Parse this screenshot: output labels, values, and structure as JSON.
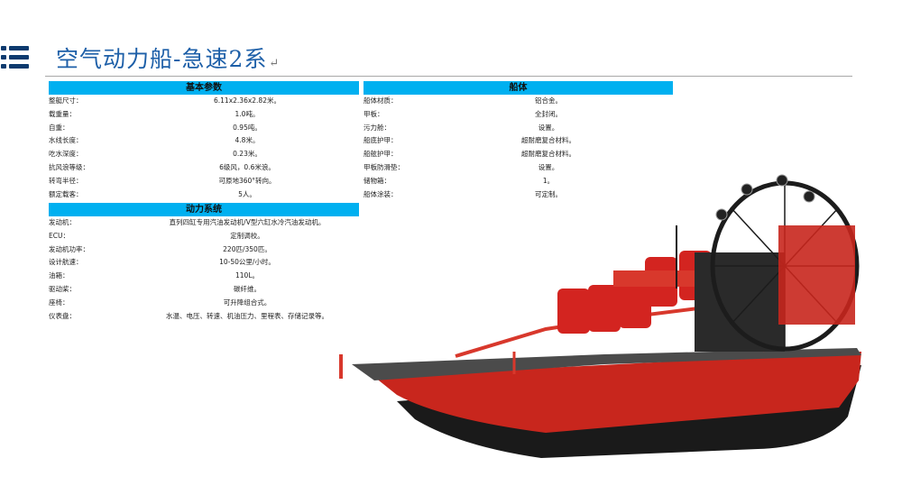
{
  "page": {
    "title": "空气动力船-急速2系",
    "title_mark": "↵"
  },
  "sections": {
    "basic": {
      "header": "基本参数",
      "rows": [
        {
          "k": "整艇尺寸：",
          "v": "6.11x2.36x2.82米。"
        },
        {
          "k": "载重量：",
          "v": "1.0吨。"
        },
        {
          "k": "自重：",
          "v": "0.95吨。"
        },
        {
          "k": "水线长度：",
          "v": "4.8米。"
        },
        {
          "k": "吃水深度：",
          "v": "0.23米。"
        },
        {
          "k": "抗风浪等级：",
          "v": "6级风，0.6米浪。"
        },
        {
          "k": "转弯半径：",
          "v": "可原地360°转向。"
        },
        {
          "k": "额定载客：",
          "v": "5人。"
        }
      ]
    },
    "hull": {
      "header": "船体",
      "rows": [
        {
          "k": "船体材质：",
          "v": "铝合金。"
        },
        {
          "k": "甲板：",
          "v": "全封闭。"
        },
        {
          "k": "污力舱：",
          "v": "设置。"
        },
        {
          "k": "船底护甲：",
          "v": "超耐磨复合材料。"
        },
        {
          "k": "船舷护甲：",
          "v": "超耐磨复合材料。"
        },
        {
          "k": "甲板防滑垫：",
          "v": "设置。"
        },
        {
          "k": "储物箱：",
          "v": "1。"
        },
        {
          "k": "船体涂装：",
          "v": "可定制。"
        }
      ]
    },
    "power": {
      "header": "动力系统",
      "rows": [
        {
          "k": "发动机：",
          "v": "直列四缸专用汽油发动机/V型六缸水冷汽油发动机。"
        },
        {
          "k": "ECU：",
          "v": "定制调校。"
        },
        {
          "k": "发动机功率：",
          "v": "220匹/350匹。"
        },
        {
          "k": "设计航速：",
          "v": "10-50公里/小时。"
        },
        {
          "k": "油箱：",
          "v": "110L。"
        },
        {
          "k": "驱动桨：",
          "v": "碳纤维。"
        },
        {
          "k": "座椅：",
          "v": "可升降组合式。"
        },
        {
          "k": "仪表盘：",
          "v": "水温、电压、转速、机油压力、里程表、存储记录等。"
        }
      ]
    }
  },
  "boat_image": {
    "alt": "airboat",
    "colors": {
      "hull": "#c8261d",
      "bottom": "#1a1a1a",
      "rail": "#d8382c",
      "seat": "#d32420",
      "engine": "#2a2a2a",
      "cage": "#1c1c1c"
    }
  }
}
